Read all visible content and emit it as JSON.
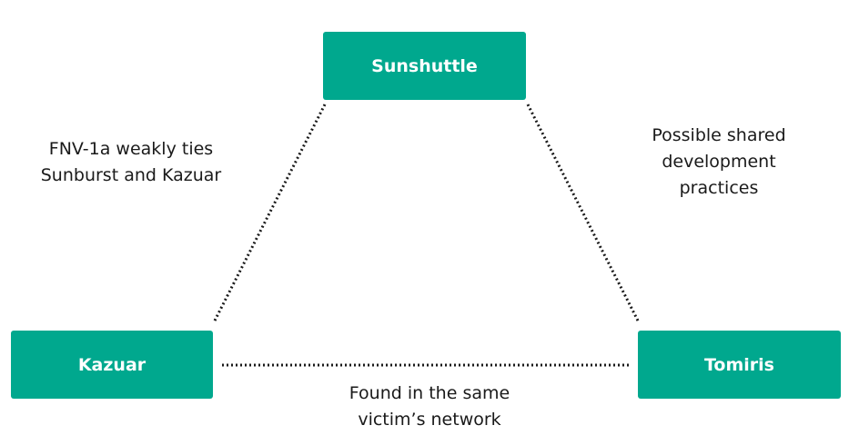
{
  "nodes": {
    "sunshuttle": "Sunshuttle",
    "kazuar": "Kazuar",
    "tomiris": "Tomiris"
  },
  "edges": {
    "sunshuttle_kazuar": {
      "lines": [
        "FNV-1a weakly ties",
        "Sunburst and Kazuar"
      ]
    },
    "sunshuttle_tomiris": {
      "lines": [
        "Possible shared",
        "development",
        "practices"
      ]
    },
    "kazuar_tomiris": {
      "lines": [
        "Found in the same",
        "victim’s network"
      ]
    }
  },
  "colors": {
    "node_fill": "#00a88e",
    "node_text": "#ffffff",
    "text": "#1a1a1a",
    "background": "#ffffff"
  }
}
